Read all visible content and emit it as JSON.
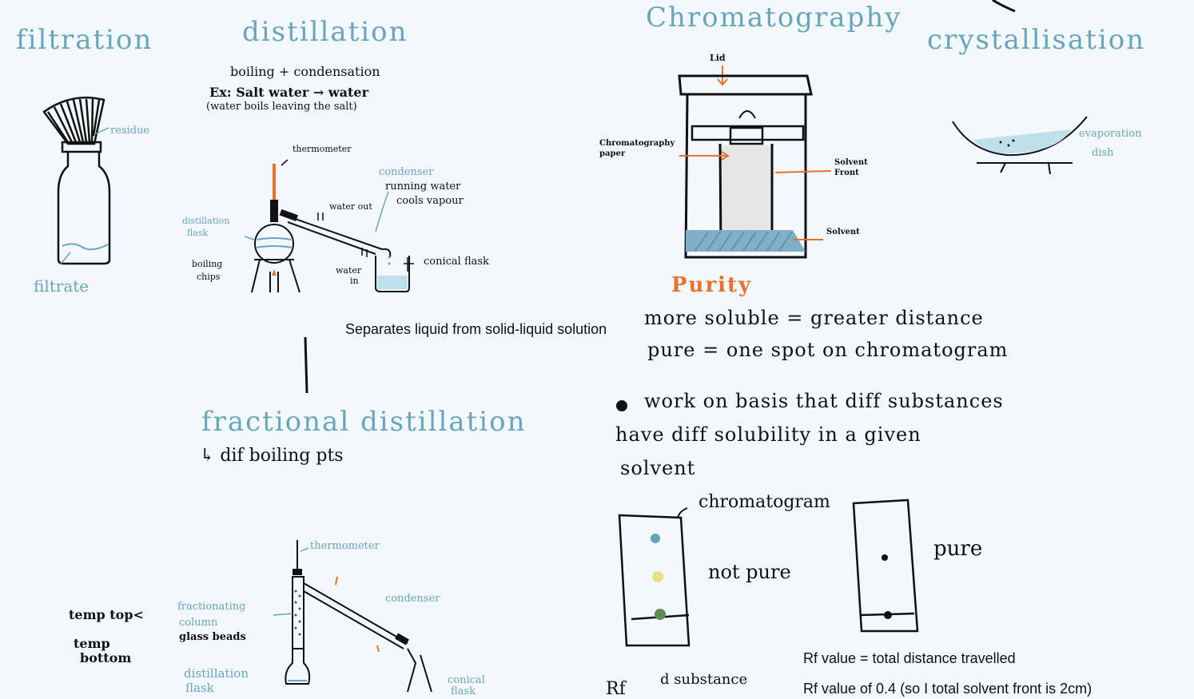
{
  "headings": {
    "filtration": "filtration",
    "distillation": "distillation",
    "chromatography": "Chromatography",
    "crystallisation": "crystallisation",
    "fractional": "fractional distillation",
    "purity": "Purity"
  },
  "filtration": {
    "residue": "residue",
    "filtrate": "filtrate"
  },
  "distillation": {
    "line1": "boiling + condensation",
    "line2": "Ex: Salt water → water",
    "line3": "(water boils leaving the salt)",
    "thermometer": "thermometer",
    "condenser": "condenser",
    "running": "running water",
    "cools": "cools vapour",
    "water_out": "water out",
    "water_in_1": "water",
    "water_in_2": "in",
    "flask_1": "distillation",
    "flask_2": "flask",
    "chips_1": "boiling",
    "chips_2": "chips",
    "conical": "conical flask",
    "typed_note": "Separates liquid from solid-liquid solution"
  },
  "chromatography": {
    "lid": "Lid",
    "paper_1": "Chromatography",
    "paper_2": "paper",
    "front_1": "Solvent",
    "front_2": "Front",
    "solvent": "Solvent"
  },
  "crystallisation": {
    "evap_1": "evaporation",
    "evap_2": "dish"
  },
  "fractional": {
    "sub": "↳ dif boiling pts",
    "thermometer": "thermometer",
    "column_1": "fractionating",
    "column_2": "column",
    "beads": "glass beads",
    "condenser": "condenser",
    "temp_top": "temp top<",
    "temp_1": "temp",
    "bottom": "bottom",
    "flask": "distillation",
    "flask_2": "flask",
    "conical": "conical",
    "conical_2": "flask"
  },
  "purity": {
    "line1": "more soluble = greater distance",
    "line2": "pure = one spot on chromatogram",
    "bullet_1": "work on basis that diff substances",
    "bullet_2": "have diff solubility in a given",
    "bullet_3": "solvent",
    "chromatogram": "chromatogram",
    "not_pure": "not pure",
    "pure": "pure",
    "rf_typed": "Rf value = total distance travelled",
    "rf_partial": "Rf value of 0.4 (so I total solvent front is 2cm)",
    "d_substance": "d substance",
    "rf_hand": "Rf"
  },
  "colors": {
    "blue": "#6aa5bf",
    "orange": "#e8722c",
    "ink": "#111111",
    "spot_blue": "#6a9fb5",
    "spot_yellow": "#e6e08a",
    "spot_green": "#5d8a57"
  }
}
